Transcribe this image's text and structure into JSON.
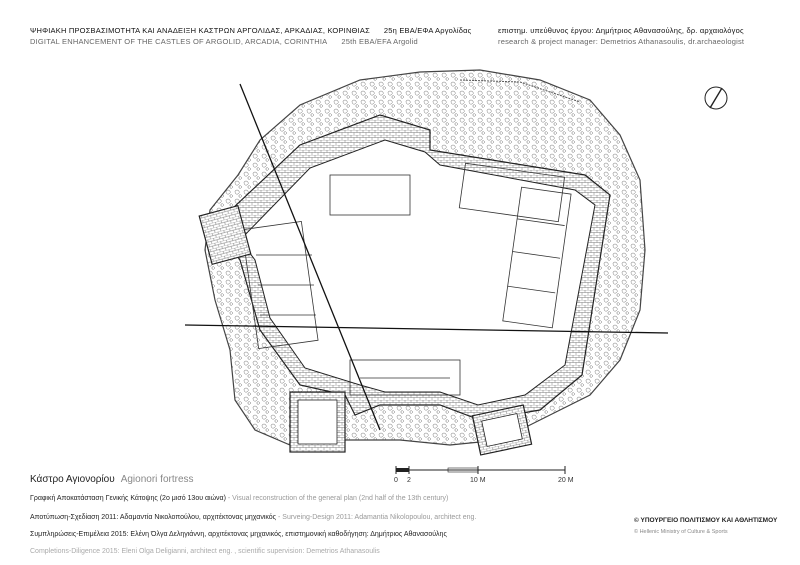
{
  "header": {
    "title_gr": "ΨΗΦΙΑΚΗ ΠΡΟΣΒΑΣΙΜΟΤΗΤΑ ΚΑΙ ΑΝΑΔΕΙΞΗ ΚΑΣΤΡΩΝ ΑΡΓΟΛΙΔΑΣ, ΑΡΚΑΔΙΑΣ, ΚΟΡΙΝΘΙΑΣ",
    "ephorate_gr": "25η ΕΒΑ/ΕΦΑ Αργολίδας",
    "manager_gr": "επιστημ. υπεύθυνος έργου: Δημήτριος Αθανασούλης, δρ. αρχαιολόγος",
    "title_en": "DIGITAL ENHANCEMENT OF THE CASTLES OF ARGOLID, ARCADIA, CORINTHIA",
    "ephorate_en": "25th EBA/EFA Argolid",
    "manager_en": "research & project manager: Demetrios Athanasoulis, dr.archaeologist"
  },
  "plan_title": {
    "gr": "Κάστρο Αγιονορίου",
    "en": "Agionori fortress"
  },
  "scale_bar": {
    "ticks": [
      "0",
      "2",
      "10 M",
      "20 M"
    ]
  },
  "credits": [
    {
      "gr": "Γραφική Αποκατάσταση Γενικής Κάτοψης (2ο μισό 13ου αιώνα)",
      "en": " - Visual reconstruction of the general plan (2nd half of the 13th century)"
    },
    {
      "gr": "Αποτύπωση-Σχεδίαση 2011: Αδαμαντία Νικολοπούλου, αρχιτέκτονας μηχανικός",
      "en": " - Surveing-Design 2011: Adamantia Nikolopoulou, architect eng."
    },
    {
      "gr": "Συμπληρώσεις-Επιμέλεια 2015: Ελένη Όλγα Δεληγιάννη, αρχιτέκτονας μηχανικός, επιστημονική καθοδήγηση: Δημήτριος Αθανασούλης",
      "en": ""
    }
  ],
  "credit_en_line": "Completions-Diligence 2015: Eleni Olga Deligianni, architect eng. , scientific supervision: Demetrios Athanasoulis",
  "ministry": {
    "gr": "© ΥΠΟΥΡΓΕΙΟ ΠΟΛΙΤΙΣΜΟΥ ΚΑΙ ΑΘΛΗΤΙΣΜΟΥ",
    "en": "© Hellenic Ministry of Culture & Sports"
  }
}
